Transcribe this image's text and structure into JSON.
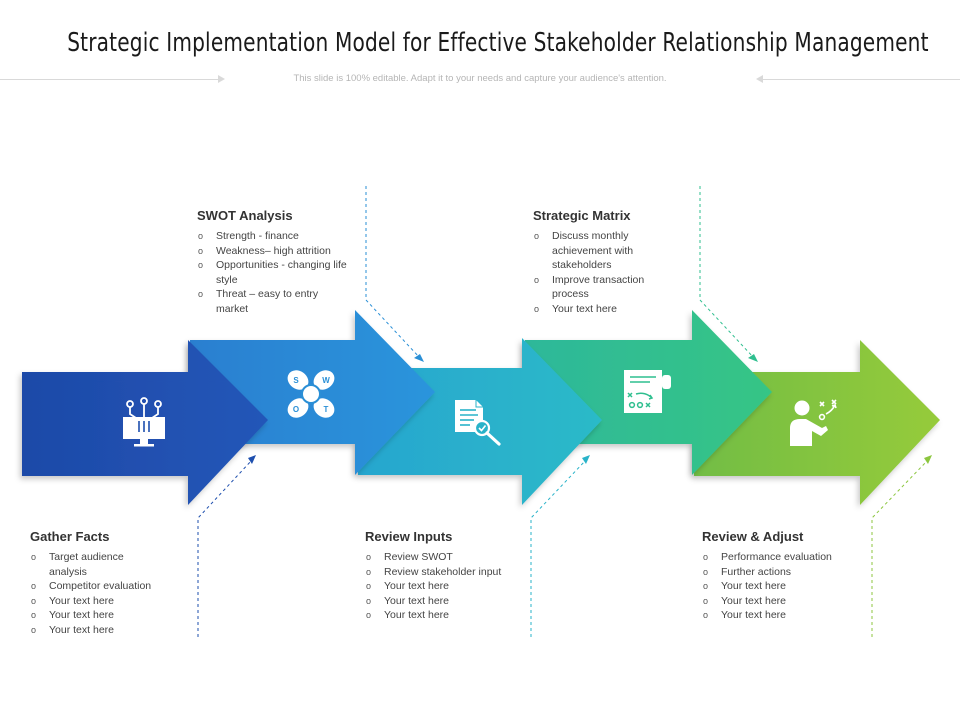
{
  "title": "Strategic Implementation Model for Effective Stakeholder Relationship Management",
  "subtitle": "This slide is 100% editable. Adapt it to your needs and capture your audience's attention.",
  "colors": {
    "stage1": "#1e4fae",
    "stage2": "#2a8fd6",
    "stage3": "#29b3c9",
    "stage4": "#2fbf8f",
    "stage5": "#8cc63f"
  },
  "stages": [
    {
      "name": "Gather Facts",
      "icon": "circuit-monitor-icon",
      "items": [
        "Target audience analysis",
        "Competitor evaluation",
        "Your text here",
        "Your text here",
        "Your text here"
      ]
    },
    {
      "name": "SWOT Analysis",
      "icon": "swot-flower-icon",
      "icon_letters": [
        "S",
        "W",
        "O",
        "T"
      ],
      "items": [
        "Strength - finance",
        "Weakness– high attrition",
        "Opportunities - changing life style",
        "Threat – easy to entry market"
      ]
    },
    {
      "name": "Review Inputs",
      "icon": "document-search-icon",
      "items": [
        "Review SWOT",
        "Review stakeholder input",
        "Your text here",
        "Your text here",
        "Your text here"
      ]
    },
    {
      "name": "Strategic Matrix",
      "icon": "strategy-plan-icon",
      "items": [
        "Discuss monthly achievement with stakeholders",
        "Improve transaction process",
        "Your text here"
      ]
    },
    {
      "name": "Review & Adjust",
      "icon": "presenter-strategy-icon",
      "items": [
        "Performance evaluation",
        "Further actions",
        "Your text here",
        "Your text here",
        "Your text here"
      ]
    }
  ]
}
